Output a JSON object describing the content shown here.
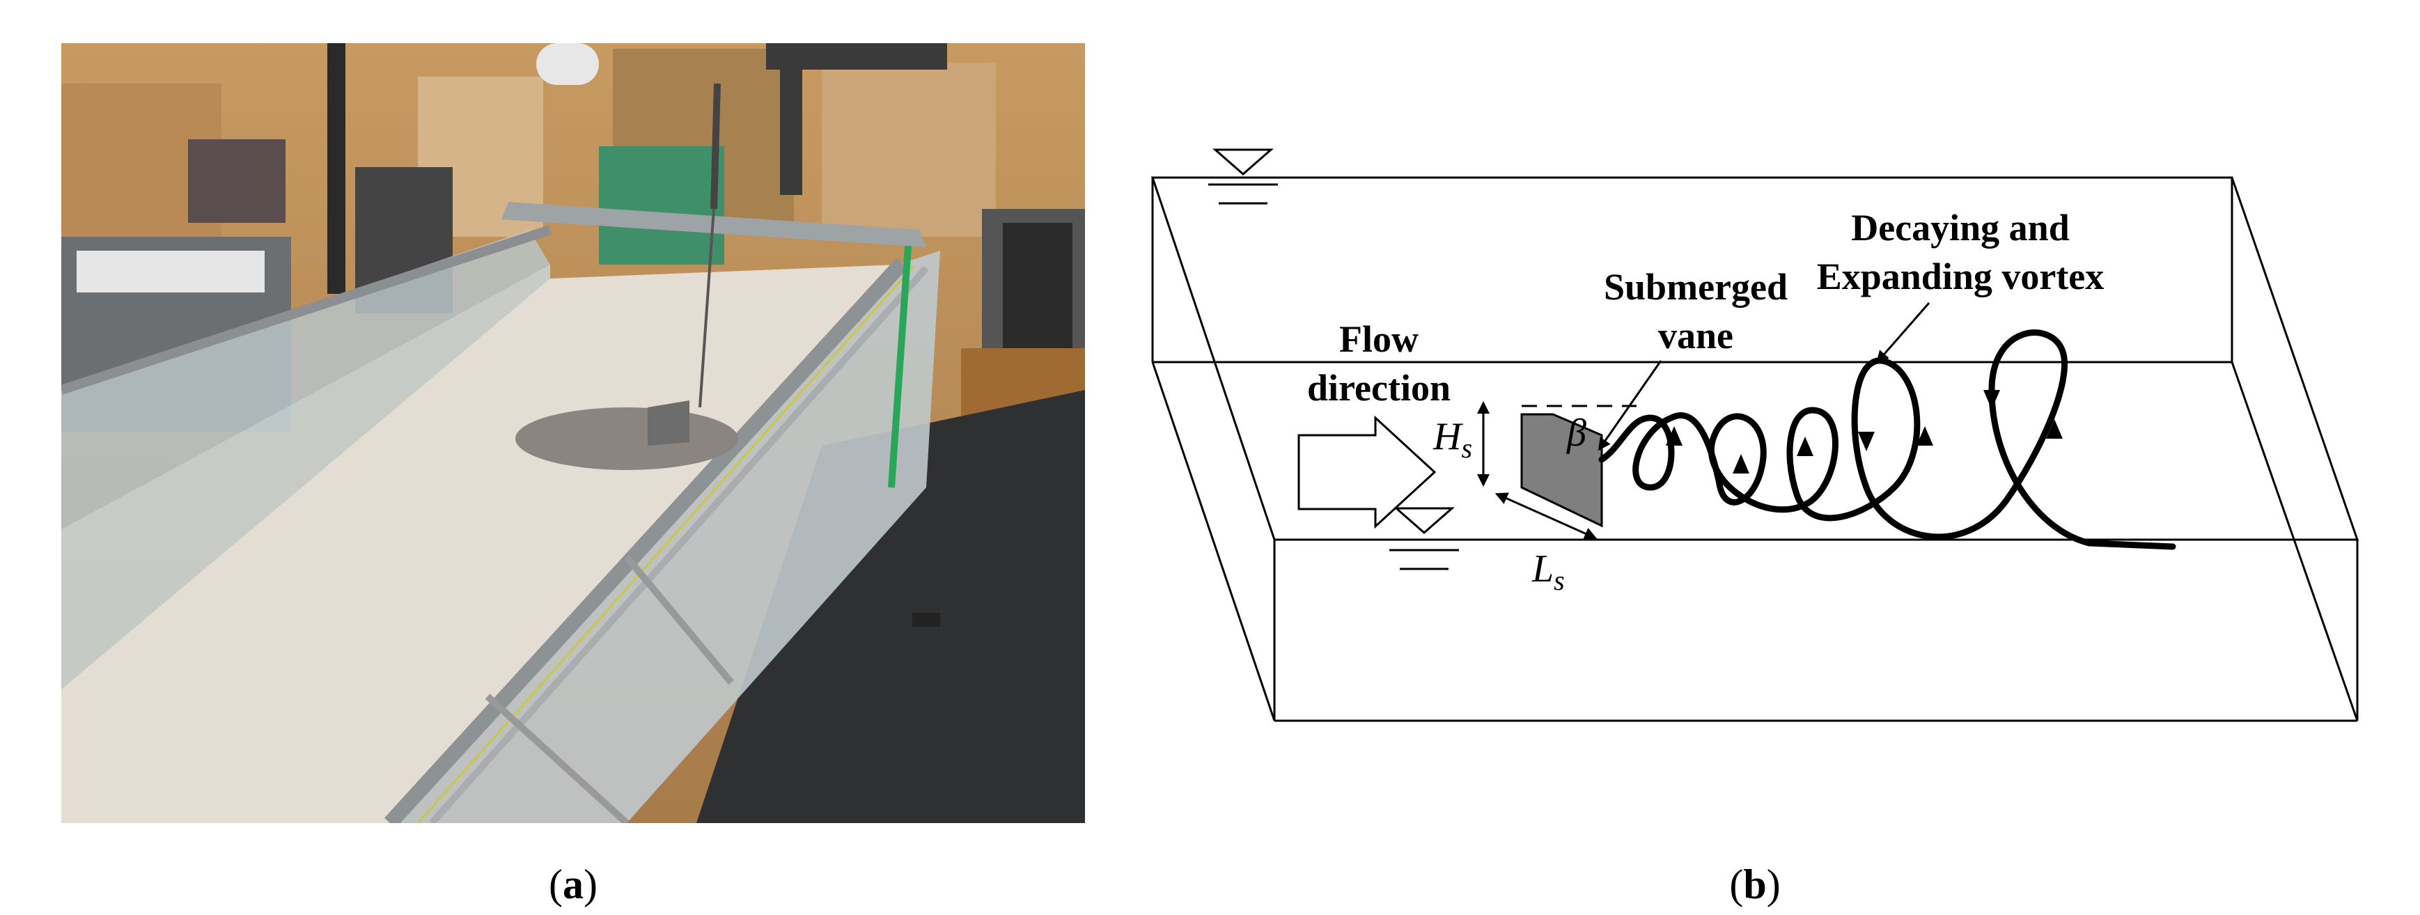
{
  "panel_a": {
    "caption_open": "(",
    "caption_letter": "a",
    "caption_close": ")"
  },
  "panel_b": {
    "caption_open": "(",
    "caption_letter": "b",
    "caption_close": ")",
    "labels": {
      "flow_line1": "Flow",
      "flow_line2": "direction",
      "vane_line1": "Submerged",
      "vane_line2": "vane",
      "vortex_line1": "Decaying and",
      "vortex_line2": "Expanding vortex",
      "height_symbol": "H",
      "height_subscript": "s",
      "length_symbol": "L",
      "length_subscript": "s",
      "angle_symbol": "β"
    }
  },
  "colors": {
    "line": "#000000",
    "vane_fill": "#7f7f7f",
    "photo_wall": "#c89a63",
    "photo_floor": "#e4ddd2",
    "photo_dark": "#2e3032"
  }
}
